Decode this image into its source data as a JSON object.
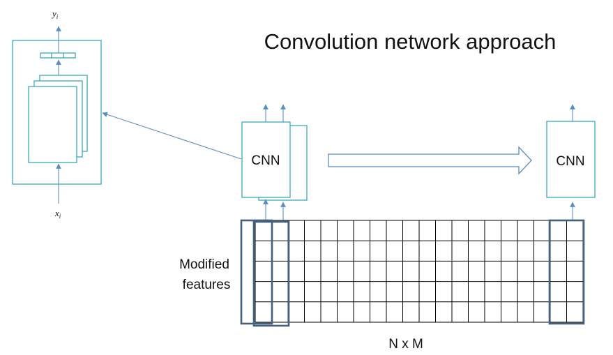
{
  "title": "Convolution network approach",
  "cnn_left_label": "CNN",
  "cnn_right_label": "CNN",
  "input_label_base": "x",
  "input_label_sub": "i",
  "output_label_base": "y",
  "output_label_sub": "i",
  "side_label_line1": "Modified",
  "side_label_line2": "features",
  "grid_label": "N x M",
  "grid": {
    "columns": 20,
    "rows": 5
  },
  "colors": {
    "teal_box": "#2aa3b3",
    "arrow_blue": "#5b8fc4",
    "window_border": "#44607f",
    "grid_line": "#000000"
  }
}
